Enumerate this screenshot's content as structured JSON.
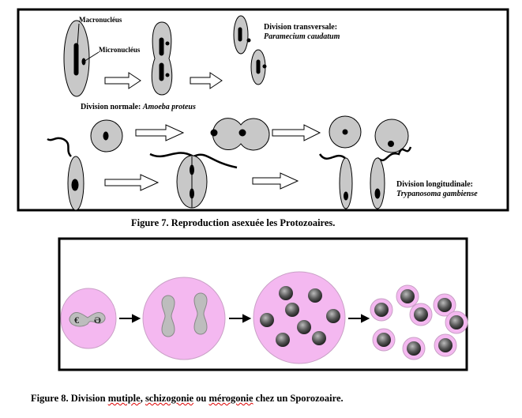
{
  "figure7": {
    "labels": {
      "macronucleus": "Macronucléus",
      "micronucleus": "Micronucléus",
      "transverse_title": "Division transversale:",
      "transverse_species": "Paramecium caudatum",
      "normal_title": "Division normale: ",
      "normal_species": "Amoeba proteus",
      "longitudinal_title": "Division longitudinale:",
      "longitudinal_species": "Trypanosoma gambiense"
    },
    "caption": "Figure 7. Reproduction asexuée les Protozoaires.",
    "colors": {
      "cell": "#c8c8c8",
      "nucleus": "#000000"
    }
  },
  "figure8": {
    "caption_parts": [
      "Figure 8. Division ",
      "mutiple",
      ", ",
      "schizogonie",
      " ou ",
      "mérogonie",
      " chez un Sporozoaire."
    ],
    "colors": {
      "cytoplasm": "#f4b8f0",
      "nucleus": "#555555"
    }
  }
}
